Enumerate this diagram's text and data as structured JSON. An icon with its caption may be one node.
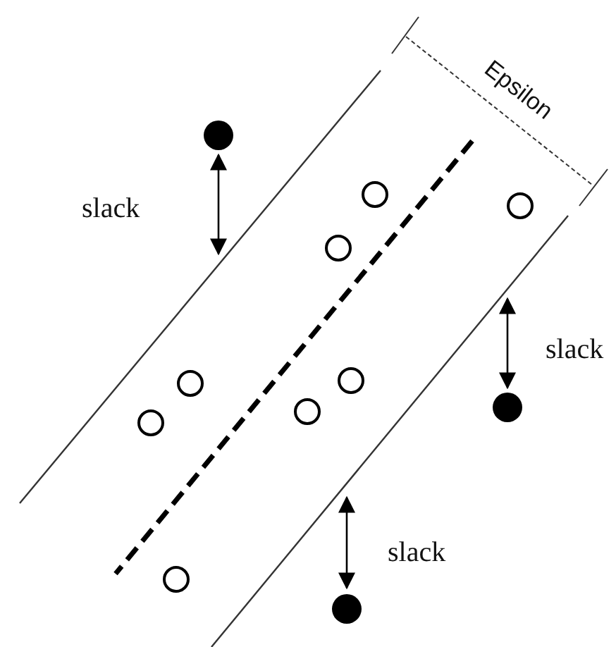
{
  "diagram": {
    "labels": [
      "Epsilon",
      "slack",
      "slack",
      "slack"
    ]
  }
}
